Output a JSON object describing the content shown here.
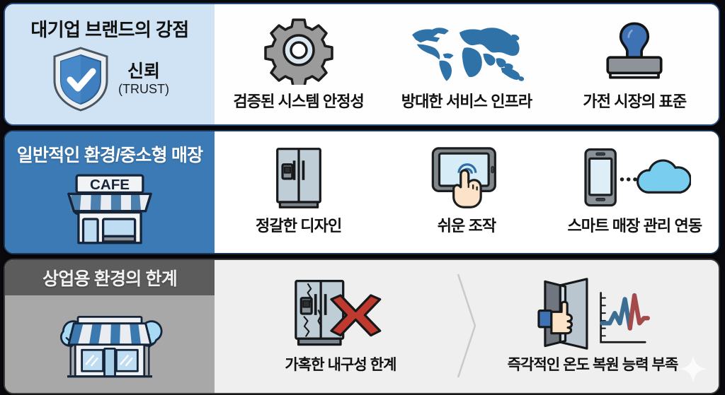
{
  "rows": [
    {
      "id": "brand-strength",
      "header_title": "대기업 브랜드의 강점",
      "badge_ko": "신뢰",
      "badge_en": "(TRUST)",
      "header_bg": "#cfe3f5",
      "panel_bg": "#fdfdfd",
      "border": "#2b4c7e",
      "items": [
        {
          "icon": "gear-icon",
          "caption": "검증된 시스템 안정성"
        },
        {
          "icon": "world-map-icon",
          "caption": "방대한 서비스 인프라"
        },
        {
          "icon": "stamp-icon",
          "caption": "가전 시장의 표준"
        }
      ]
    },
    {
      "id": "general-environment",
      "header_title": "일반적인 환경/중소형 매장",
      "storefront_sign": "CAFE",
      "header_bg": "#3b7ab5",
      "panel_bg": "#ffffff",
      "border": "#1d3557",
      "items": [
        {
          "icon": "refrigerator-icon",
          "caption": "정갈한 디자인"
        },
        {
          "icon": "tablet-touch-icon",
          "caption": "쉬운 조작"
        },
        {
          "icon": "smartphone-cloud-icon",
          "caption": "스마트 매장 관리 연동"
        }
      ]
    },
    {
      "id": "commercial-limits",
      "header_title": "상업용 환경의 한계",
      "header_bg": "#5c5c5c",
      "left_bg": "#a8a8a8",
      "panel_bg": "#efefef",
      "border": "#3a3a3a",
      "items": [
        {
          "icon": "broken-refrigerator-x-icon",
          "caption": "가혹한 내구성 한계"
        },
        {
          "icon": "open-door-temperature-chart-icon",
          "caption": "즉각적인 온도 복원 능력 부족"
        }
      ]
    }
  ],
  "colors": {
    "accent_blue": "#3b7ab5",
    "deep_blue": "#2b6cb0",
    "light_blue": "#cfe3f5",
    "gray_dark": "#5c5c5c",
    "gray_mid": "#a8a8a8",
    "red_x": "#c0392f",
    "background": "#0a0a0e"
  }
}
